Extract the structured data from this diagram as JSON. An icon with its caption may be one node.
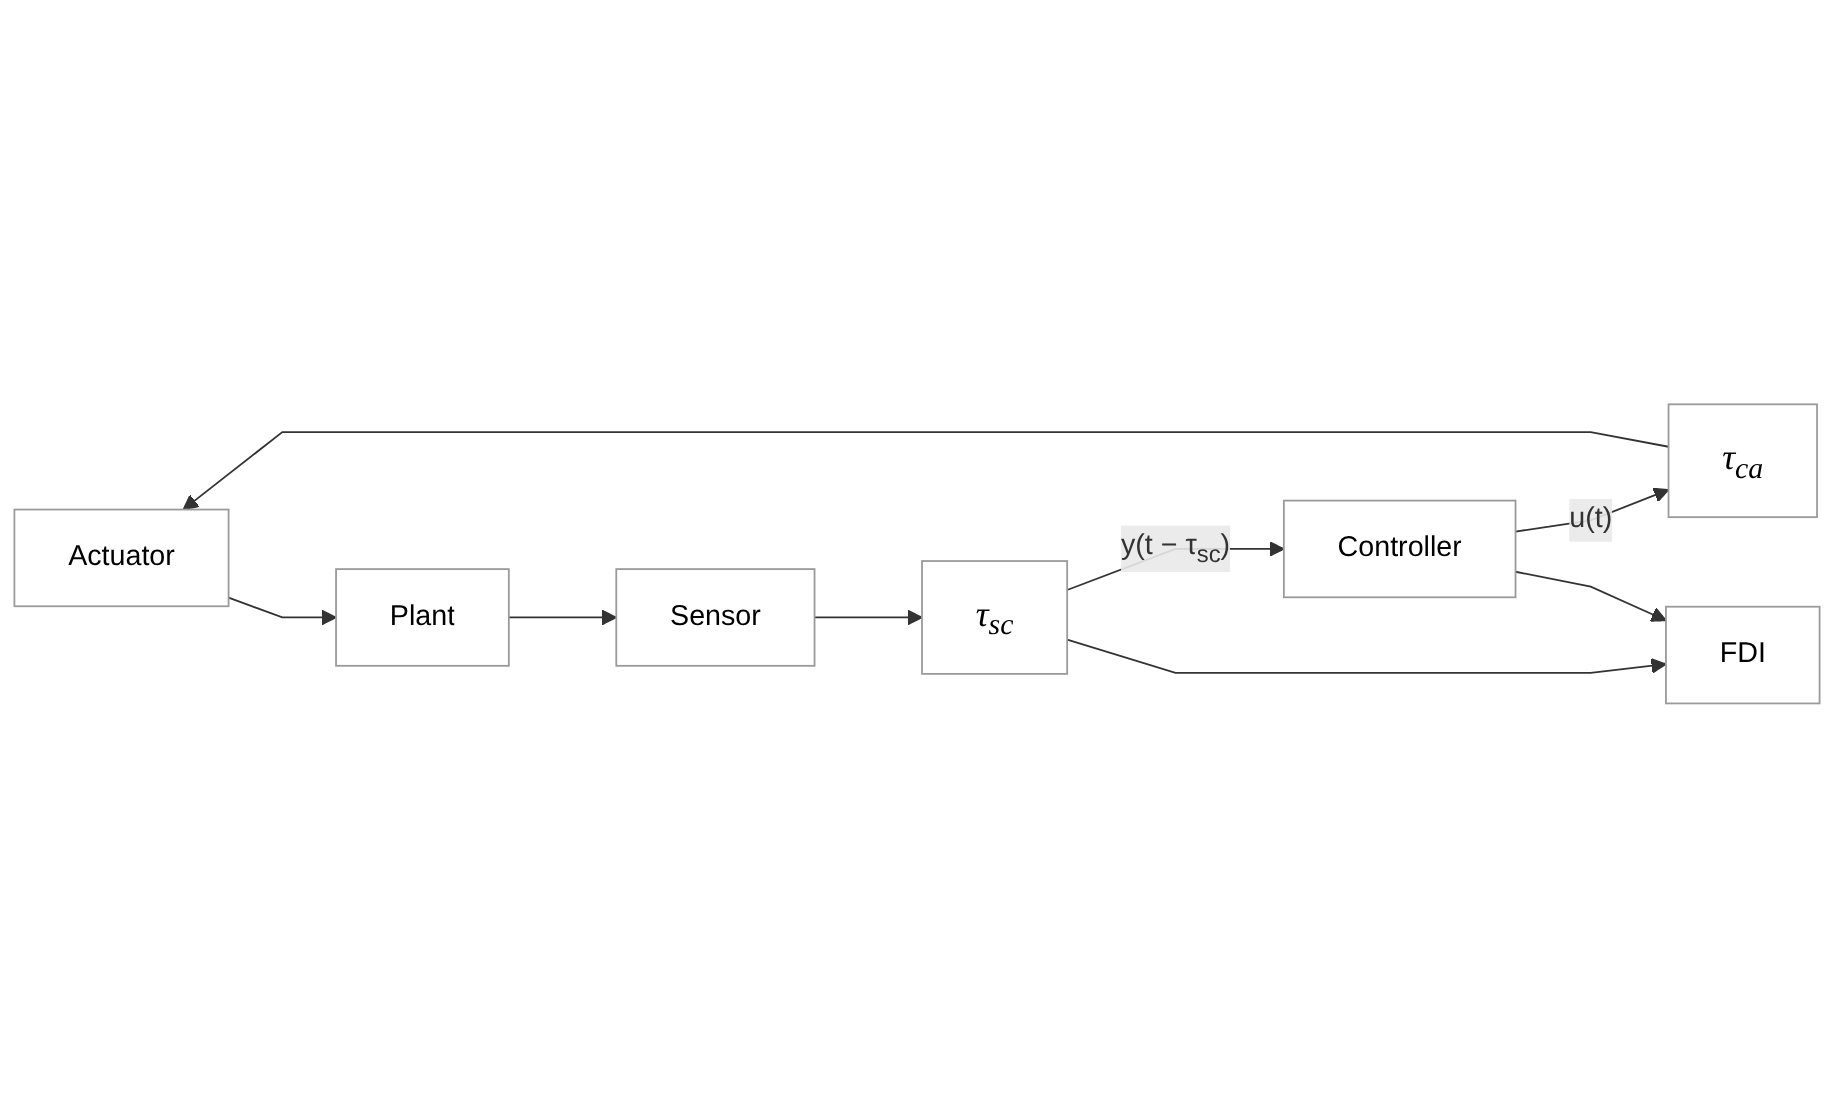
{
  "diagram": {
    "nodes": [
      {
        "text": [
          "Actuator"
        ]
      },
      {
        "text": [
          "Plant"
        ]
      },
      {
        "text": [
          "Sensor"
        ]
      },
      {
        "text": [
          "τ$_{ca}$"
        ]
      },
      {
        "text": [
          "τ$_{sc}$"
        ]
      },
      {
        "text": [
          "Controller"
        ]
      },
      {
        "text": [
          "FDI"
        ]
      }
    ],
    "edges": [
      {
        "from": 0,
        "to": 1,
        "arrow": "to"
      },
      {
        "from": 1,
        "to": 2,
        "arrow": "to"
      },
      {
        "from": 2,
        "to": 4,
        "arrow": "to"
      },
      {
        "from": 4,
        "to": 5,
        "arrow": "to",
        "label": "y(t − τ$_{sc}$)"
      },
      {
        "from": 4,
        "to": 6,
        "arrow": "to"
      },
      {
        "from": 5,
        "to": 3,
        "arrow": "to",
        "label": "u(t)"
      },
      {
        "from": 5,
        "to": 6,
        "arrow": "to"
      },
      {
        "from": 3,
        "to": 0,
        "arrow": "to"
      }
    ]
  }
}
